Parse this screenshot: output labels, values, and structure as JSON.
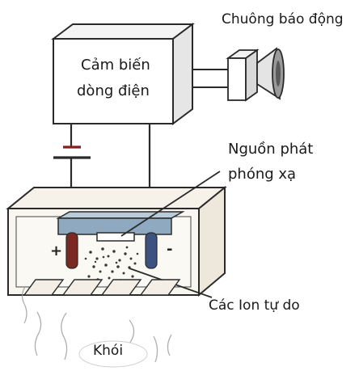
{
  "labels": {
    "alarm": "Chuông báo động",
    "sensor_line1": "Cảm biến",
    "sensor_line2": "dòng điện",
    "source_line1": "Nguồn phát",
    "source_line2": "phóng xạ",
    "ions": "Các Ion tự do",
    "smoke": "Khói",
    "plus": "+",
    "minus": "-"
  },
  "colors": {
    "outline": "#2a2a2a",
    "electrode_positive": "#7a2a22",
    "electrode_negative": "#3d5280",
    "battery_positive": "#8b1c1c",
    "chamber_fill": "#f6f2ea",
    "electrode_block": "#8ea9c0"
  }
}
